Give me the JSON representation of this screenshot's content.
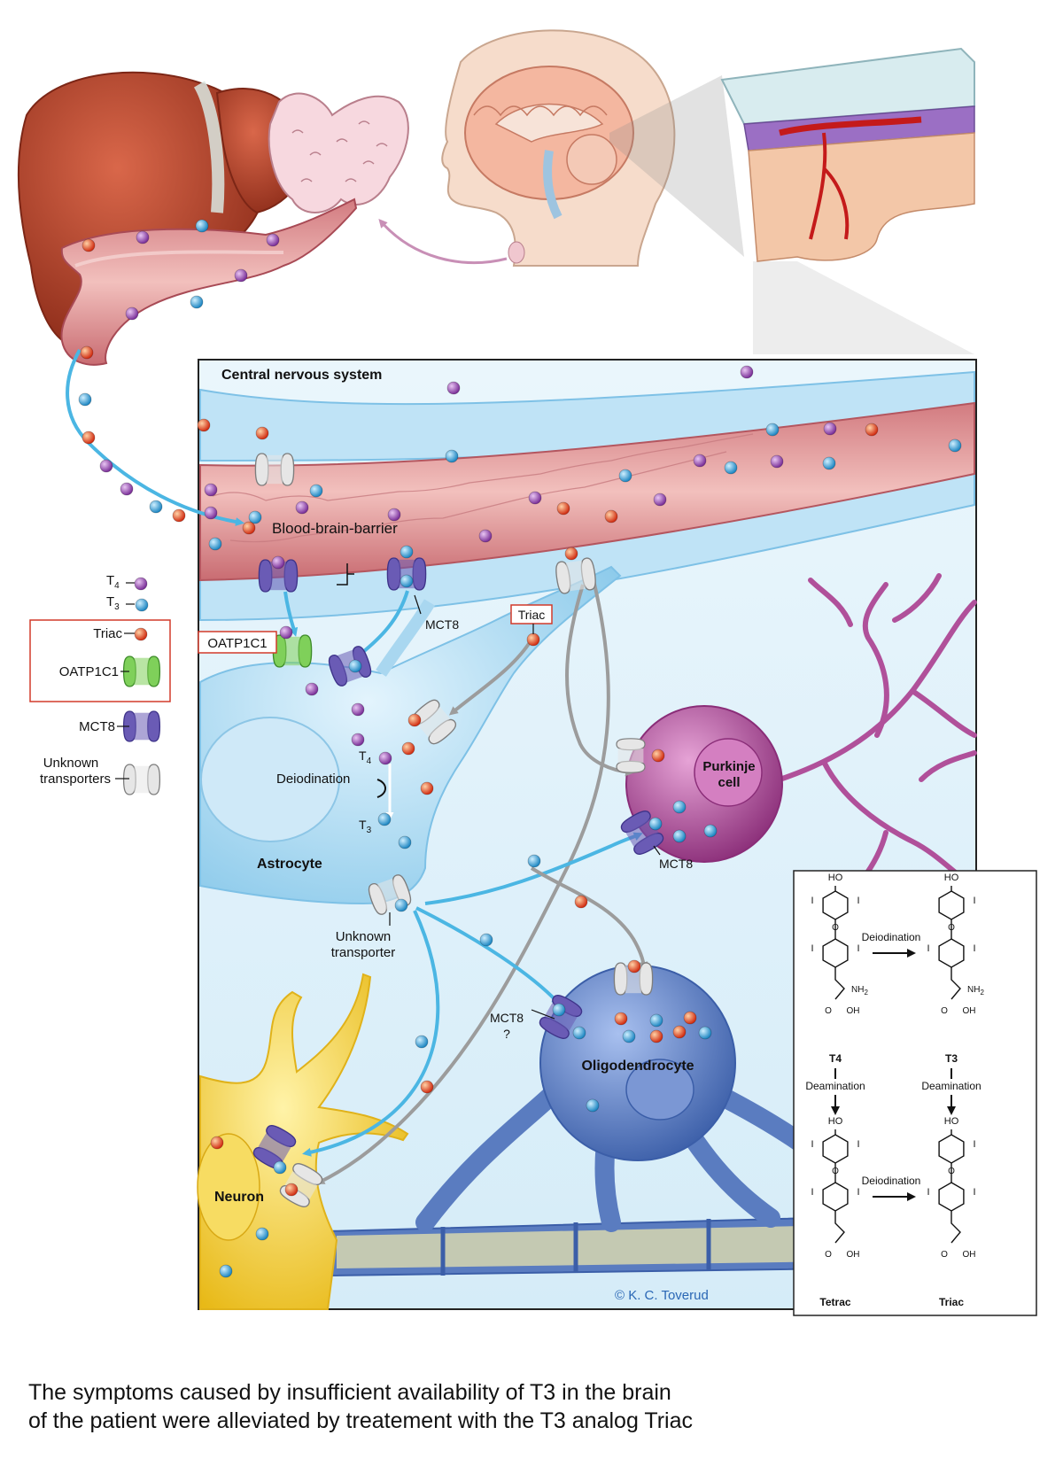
{
  "labels": {
    "cns": "Central nervous system",
    "bbb": "Blood-brain-barrier",
    "mct8_top": "MCT8",
    "triac_box": "Triac",
    "oatp_box": "OATP1C1",
    "deiodination": "Deiodination",
    "t4_sym": "T",
    "t4_sub": "4",
    "t3_sym": "T",
    "t3_sub": "3",
    "astrocyte": "Astrocyte",
    "unknown_transporter_1": "Unknown",
    "unknown_transporter_2": "transporter",
    "purkinje_1": "Purkinje",
    "purkinje_2": "cell",
    "mct8_purkinje": "MCT8",
    "mct8_oligo": "MCT8",
    "mct8_oligo_q": "?",
    "oligodendrocyte": "Oligodendrocyte",
    "neuron": "Neuron",
    "copyright": "© K. C. Toverud"
  },
  "legend": {
    "t4": {
      "sym": "T",
      "sub": "4"
    },
    "t3": {
      "sym": "T",
      "sub": "3"
    },
    "triac": "Triac",
    "oatp": "OATP1C1",
    "mct8": "MCT8",
    "unknown_1": "Unknown",
    "unknown_2": "transporters"
  },
  "chemistry": {
    "ho": "HO",
    "i": "I",
    "nh2": "NH",
    "nh2_sub": "2",
    "oh": "OH",
    "o": "O",
    "t4": "T4",
    "t3": "T3",
    "tetrac": "Tetrac",
    "triac": "Triac",
    "deiodination": "Deiodination",
    "deamination": "Deamination"
  },
  "caption": {
    "line1": "The symptoms caused by insufficient availability of T3 in the brain",
    "line2": "of the patient were alleviated by treatement with the T3 analog Triac"
  },
  "colors": {
    "t4": "#8a3fa6",
    "t3": "#2e9fd6",
    "triac": "#e2401d",
    "oatp": "#6cc04a",
    "mct8": "#6a5bb5",
    "unknown": "#c9c9c9",
    "liver": "#b8442a",
    "vessel": "#e8a4a0",
    "astrocyte": "#a9d7f0",
    "purkinje": "#b0509a",
    "oligodendrocyte": "#5a7cc0",
    "neuron": "#f4d13a",
    "arrow_blue": "#4bb6e3",
    "arrow_grey": "#9c9c9c"
  }
}
